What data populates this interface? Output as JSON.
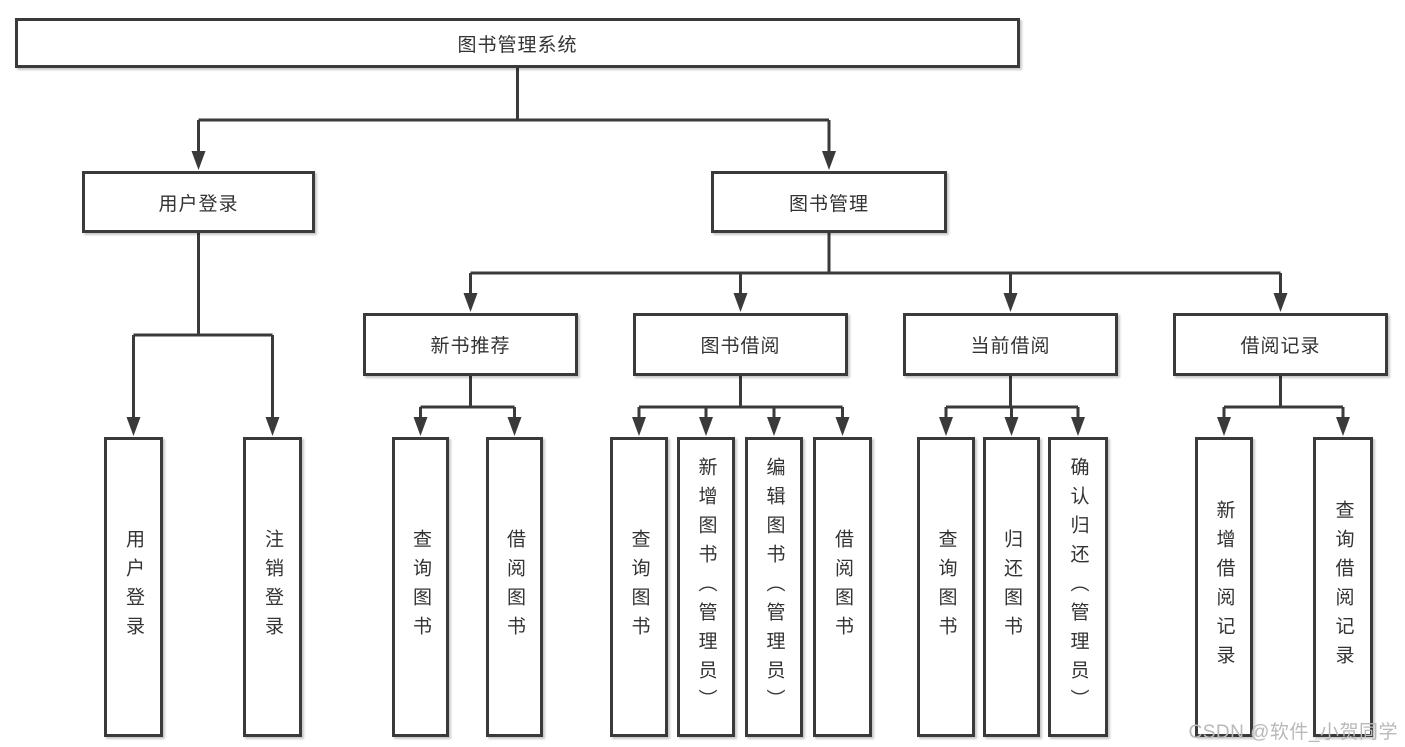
{
  "tree": {
    "label": "图书管理系统",
    "children": [
      {
        "label": "用户登录",
        "children": [
          {
            "label": "用户登录"
          },
          {
            "label": "注销登录"
          }
        ]
      },
      {
        "label": "图书管理",
        "children": [
          {
            "label": "新书推荐",
            "children": [
              {
                "label": "查询图书"
              },
              {
                "label": "借阅图书"
              }
            ]
          },
          {
            "label": "图书借阅",
            "children": [
              {
                "label": "查询图书"
              },
              {
                "label": "新增图书（管理员）"
              },
              {
                "label": "编辑图书（管理员）"
              },
              {
                "label": "借阅图书"
              }
            ]
          },
          {
            "label": "当前借阅",
            "children": [
              {
                "label": "查询图书"
              },
              {
                "label": "归还图书"
              },
              {
                "label": "确认归还（管理员）"
              }
            ]
          },
          {
            "label": "借阅记录",
            "children": [
              {
                "label": "新增借阅记录"
              },
              {
                "label": "查询借阅记录"
              }
            ]
          }
        ]
      }
    ]
  },
  "watermark": {
    "text": "CSDN @软件_小贺同学"
  },
  "colors": {
    "stroke": "#3a3a3a",
    "text": "#333333",
    "background": "#ffffff",
    "watermark": "#b9b9b9"
  }
}
